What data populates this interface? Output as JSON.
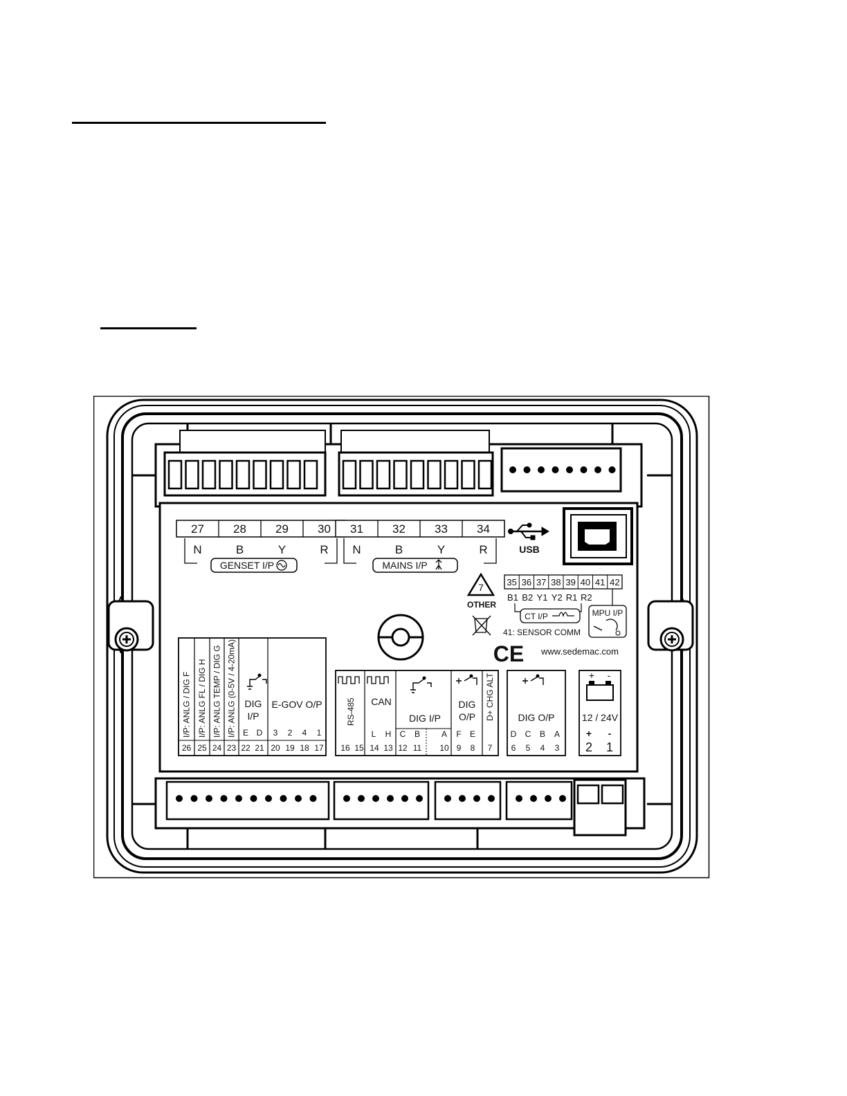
{
  "header_rules": {
    "note": ""
  },
  "top_labels": {
    "genset": {
      "numbers": [
        "27",
        "28",
        "29",
        "30"
      ],
      "letters": [
        "N",
        "B",
        "Y",
        "R"
      ],
      "caption": "GENSET I/P"
    },
    "mains": {
      "numbers": [
        "31",
        "32",
        "33",
        "34"
      ],
      "letters": [
        "N",
        "B",
        "Y",
        "R"
      ],
      "caption": "MAINS I/P"
    }
  },
  "usb_label": "USB",
  "ct": {
    "numbers": [
      "35",
      "36",
      "37",
      "38",
      "39",
      "40",
      "41",
      "42"
    ],
    "letters": [
      "B1",
      "B2",
      "Y1",
      "Y2",
      "R1",
      "R2"
    ],
    "caption": "CT I/P",
    "mpu": "MPU I/P",
    "sensor_note": "41: SENSOR COMM"
  },
  "recycle": {
    "number": "7",
    "label": "OTHER"
  },
  "ce_mark": "CE",
  "website": "www.sedemac.com",
  "left_block": {
    "vertical_labels": [
      "I/P: ANLG / DIG F",
      "I/P: ANLG FL / DIG H",
      "I/P: ANLG TEMP / DIG G",
      "I/P: ANLG (0-5V / 4-20mA)"
    ],
    "dig_ip": [
      "DIG",
      "I/P"
    ],
    "dig_letters": [
      "E",
      "D"
    ],
    "egov": "E-GOV O/P",
    "egov_letters": [
      "3",
      "2",
      "4",
      "1"
    ],
    "terminals": [
      "26",
      "25",
      "24",
      "23",
      "22",
      "21",
      "20",
      "19",
      "18",
      "17"
    ]
  },
  "mid_block": {
    "rs485": "RS-485",
    "can": "CAN",
    "can_letters": [
      "L",
      "H"
    ],
    "dig_ip": "DIG I/P",
    "dig_ip_letters": [
      "C",
      "B",
      "A"
    ],
    "dig_op": [
      "DIG",
      "O/P"
    ],
    "dig_op_letters": [
      "F",
      "E"
    ],
    "chg_alt": "D+ CHG ALT",
    "terminals": [
      "16",
      "15",
      "14",
      "13",
      "12",
      "11",
      "10",
      "9",
      "8",
      "7"
    ]
  },
  "right_block": {
    "dig_op": "DIG O/P",
    "letters": [
      "D",
      "C",
      "B",
      "A"
    ],
    "terminals": [
      "6",
      "5",
      "4",
      "3"
    ],
    "battery": "12 / 24V",
    "polarity": [
      "+",
      "-"
    ],
    "power_terminals": [
      "2",
      "1"
    ]
  }
}
